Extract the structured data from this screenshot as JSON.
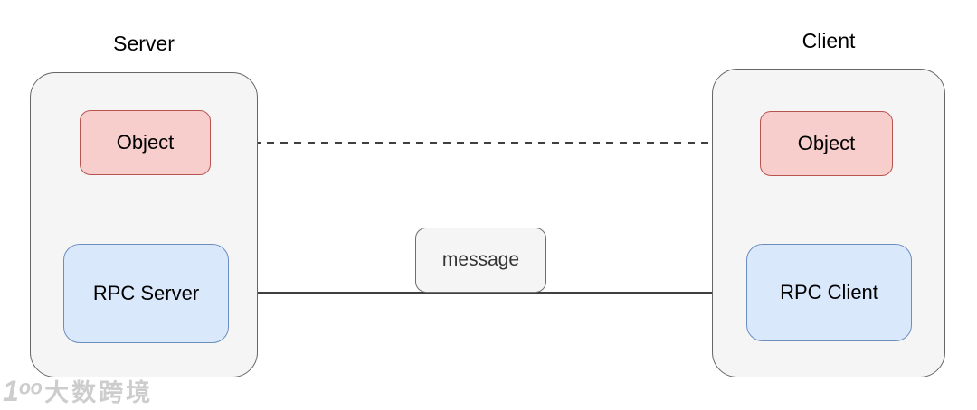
{
  "colors": {
    "canvas_bg": "#ffffff",
    "group_fill": "#f5f5f5",
    "group_stroke": "#666666",
    "object_fill": "#f8cecc",
    "object_stroke": "#b85450",
    "rpc_fill": "#dae8fc",
    "rpc_stroke": "#6c8ebf",
    "arrow_fill": "#ffe6cc",
    "arrow_stroke": "#d79b00",
    "connector": "#000000",
    "watermark": "#cdcdcd"
  },
  "diagram": {
    "server": {
      "title": "Server",
      "object_label": "Object",
      "rpc_label": "RPC Server"
    },
    "client": {
      "title": "Client",
      "object_label": "Object",
      "rpc_label": "RPC Client"
    },
    "message_label": "message",
    "icons": {
      "down_block_arrow": "block-arrow-down",
      "up_block_arrow": "block-arrow-up",
      "dashed_arrow": "dashed-arrow-right",
      "solid_arrow": "solid-arrow-right"
    }
  },
  "watermark": {
    "logo": "1ᵒᵒ",
    "text": "大数跨境"
  }
}
